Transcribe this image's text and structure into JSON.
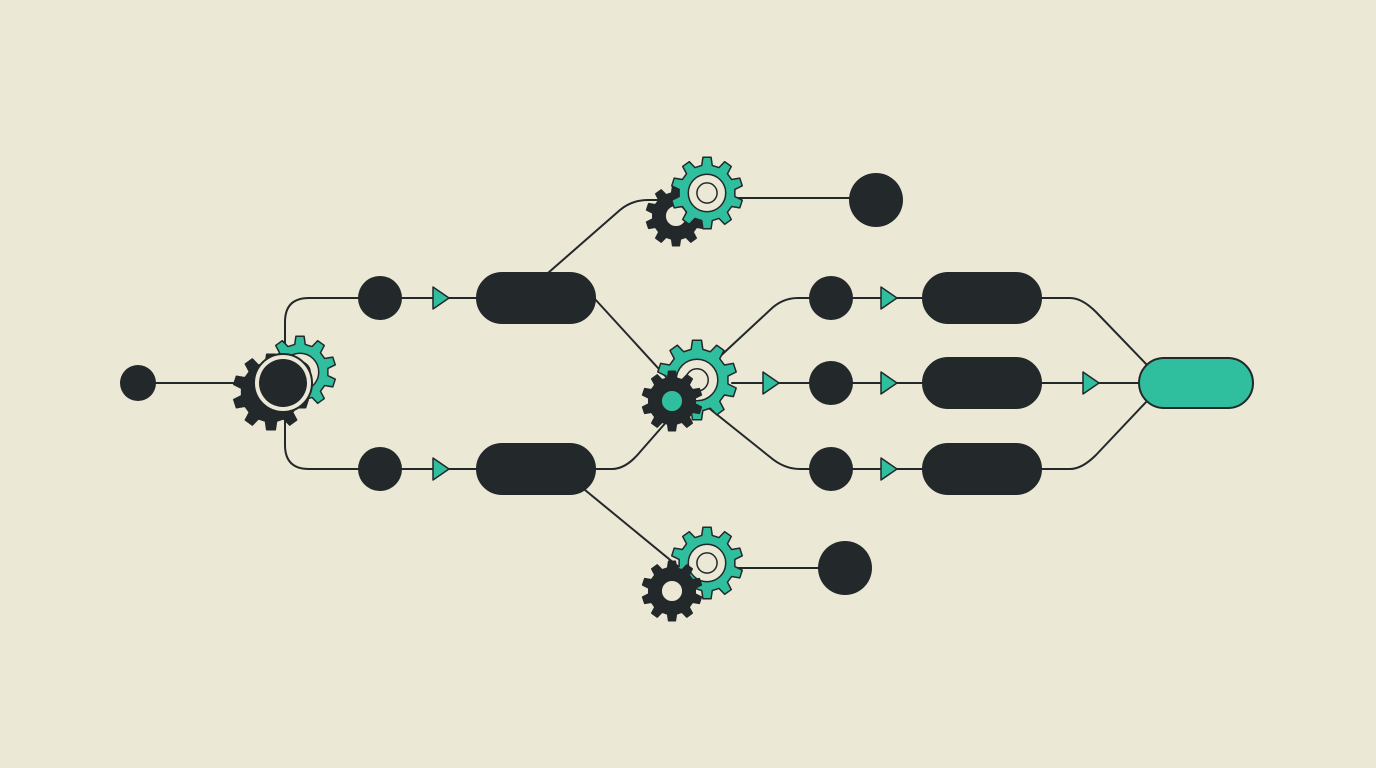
{
  "diagram": {
    "title": "",
    "colors": {
      "background": "#ebe8d6",
      "dark": "#23282a",
      "accent": "#2fbf9f",
      "light": "#ebe8d6",
      "line": "#23282a"
    },
    "icons": [
      "gear-icon",
      "arrow-right-icon"
    ],
    "nodes": [
      {
        "id": "start",
        "kind": "dot",
        "text": ""
      },
      {
        "id": "split-hub",
        "kind": "gear-pair",
        "text": ""
      },
      {
        "id": "top-dot",
        "kind": "dot",
        "text": ""
      },
      {
        "id": "top-pill",
        "kind": "pill",
        "text": ""
      },
      {
        "id": "bottom-dot",
        "kind": "dot",
        "text": ""
      },
      {
        "id": "bottom-pill",
        "kind": "pill",
        "text": ""
      },
      {
        "id": "upper-gears",
        "kind": "gear-pair",
        "text": ""
      },
      {
        "id": "upper-end",
        "kind": "dot",
        "text": ""
      },
      {
        "id": "merge-gears",
        "kind": "gear-pair",
        "text": ""
      },
      {
        "id": "lower-gears",
        "kind": "gear-pair",
        "text": ""
      },
      {
        "id": "lower-end",
        "kind": "dot",
        "text": ""
      },
      {
        "id": "lane1-dot",
        "kind": "dot",
        "text": ""
      },
      {
        "id": "lane1-pill",
        "kind": "pill",
        "text": ""
      },
      {
        "id": "lane2-dot",
        "kind": "dot",
        "text": ""
      },
      {
        "id": "lane2-pill",
        "kind": "pill",
        "text": ""
      },
      {
        "id": "lane3-dot",
        "kind": "dot",
        "text": ""
      },
      {
        "id": "lane3-pill",
        "kind": "pill",
        "text": ""
      },
      {
        "id": "final",
        "kind": "pill-accent",
        "text": ""
      }
    ]
  }
}
